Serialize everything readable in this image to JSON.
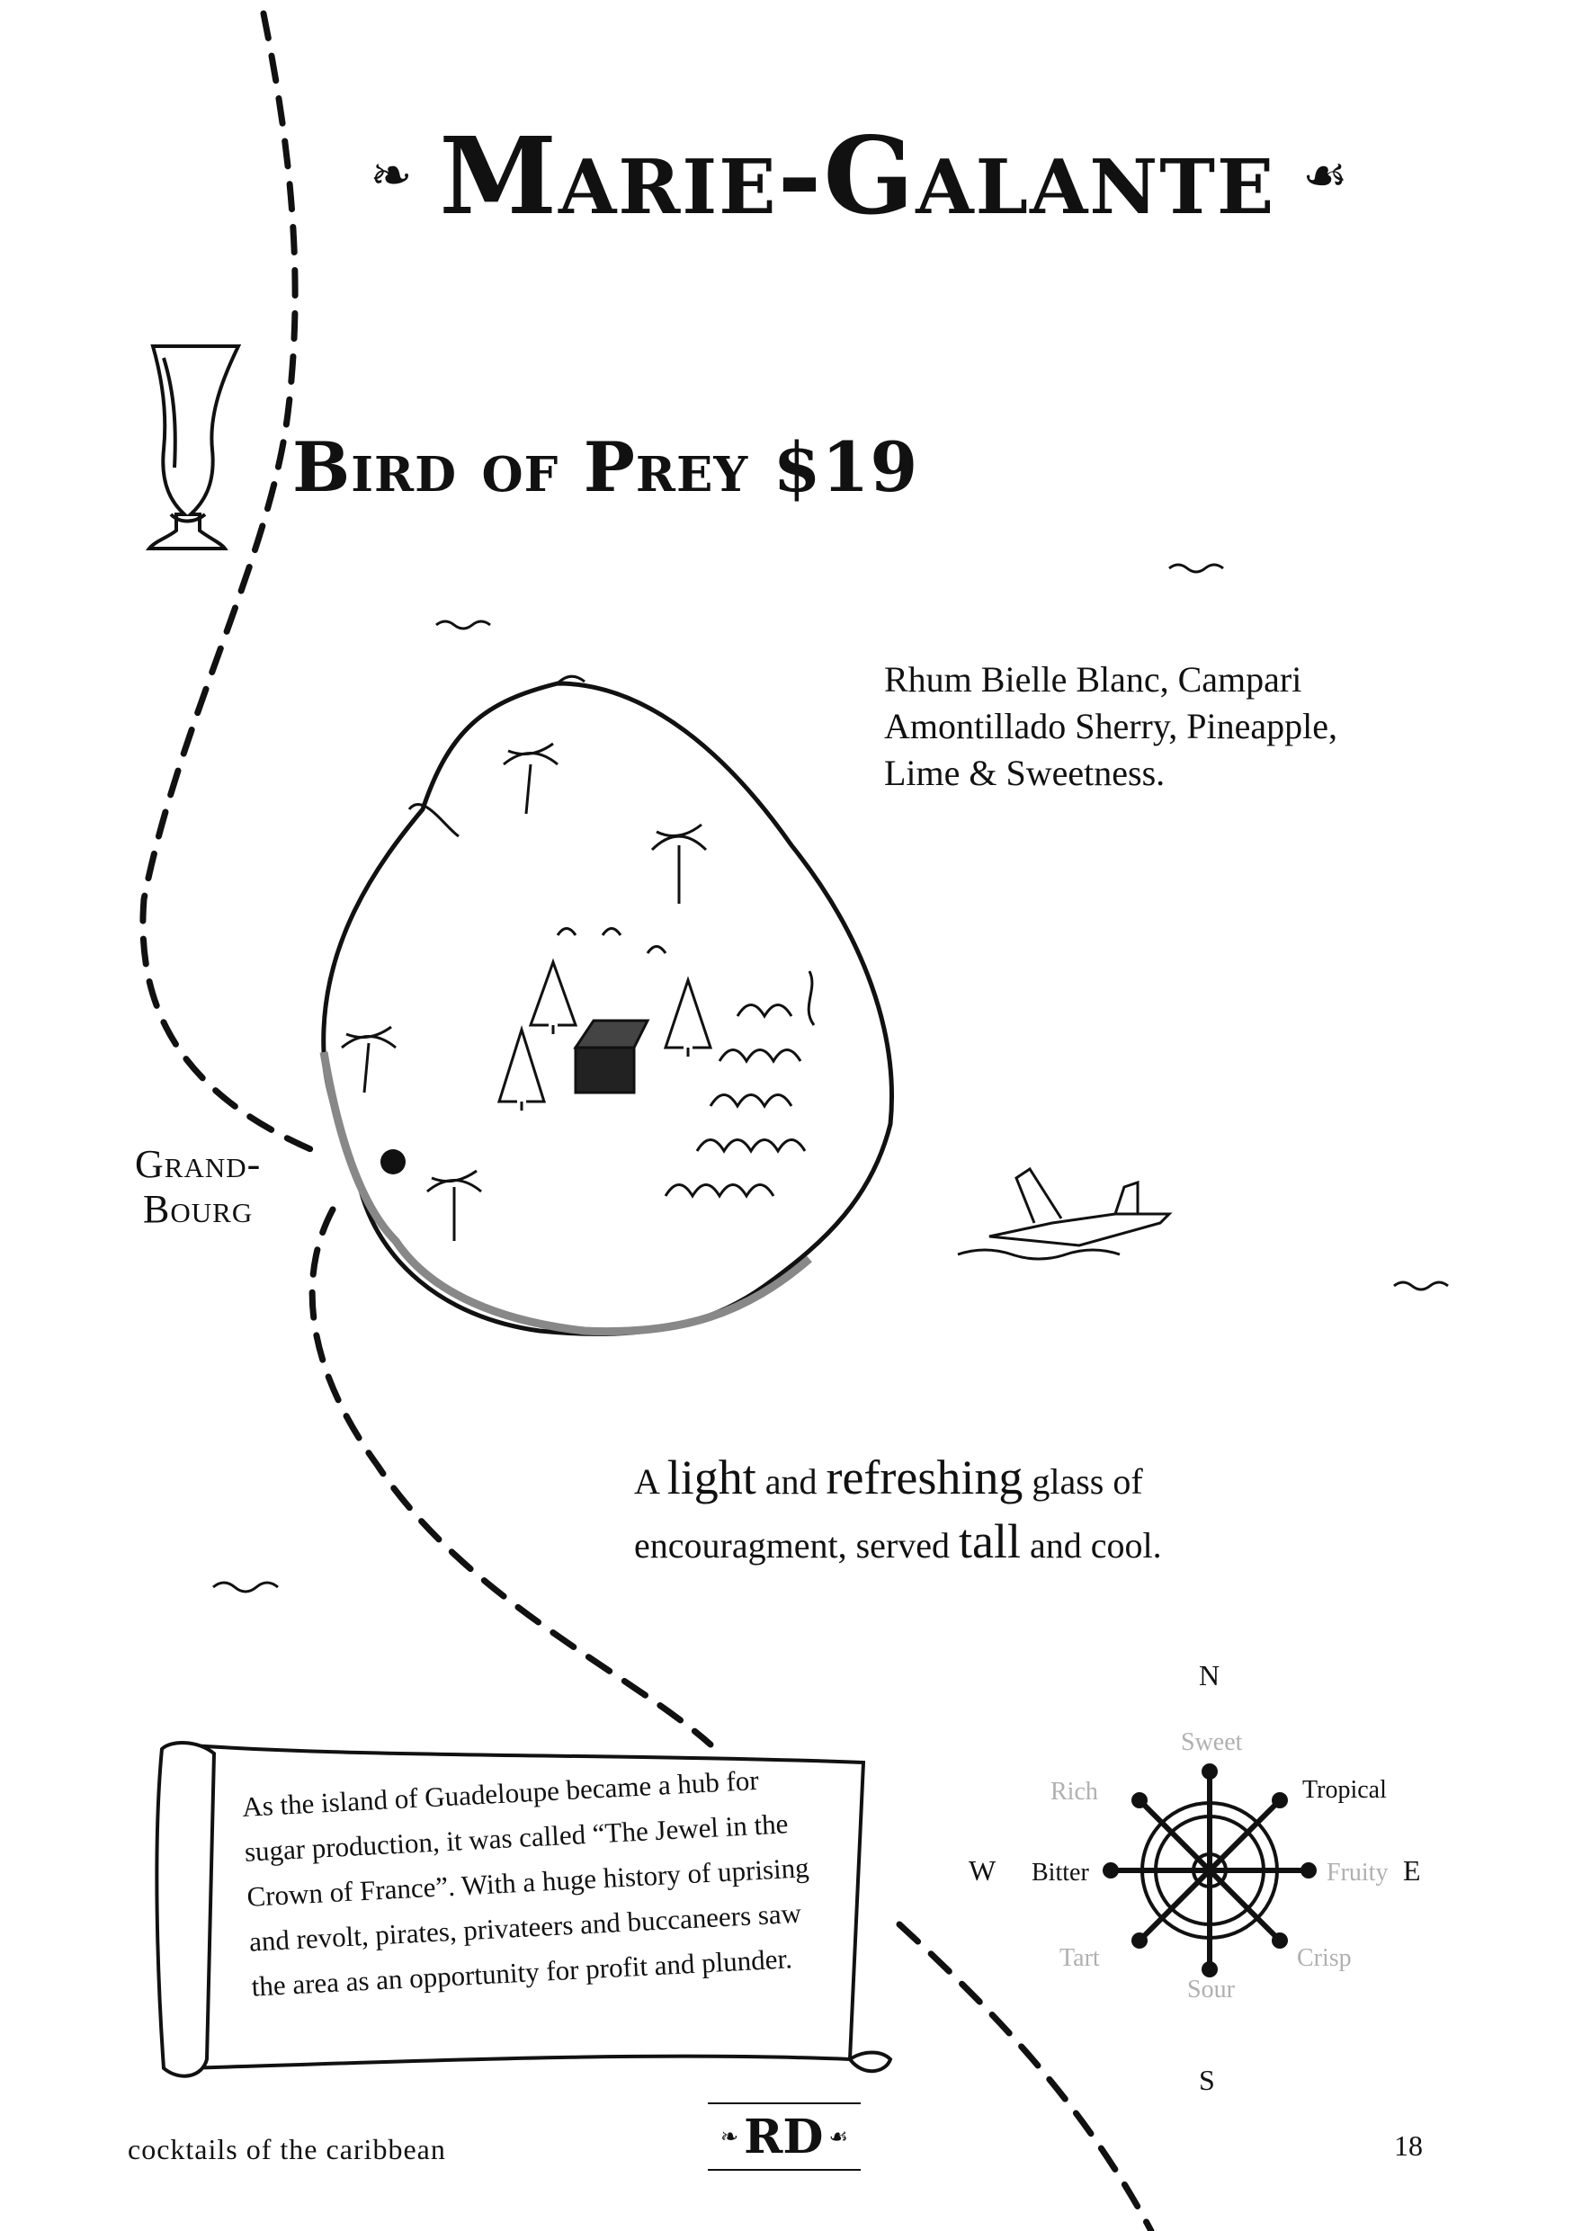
{
  "page": {
    "title": "Marie-Galante",
    "title_ornament_left": "❧",
    "title_ornament_right": "☙"
  },
  "drink": {
    "name_price": "Bird of Prey $19",
    "ingredients": [
      "Rhum Bielle Blanc, Campari",
      "Amontillado Sherry, Pineapple,",
      "Lime & Sweetness."
    ],
    "tagline": {
      "a": "A",
      "light": "light",
      "and": "and",
      "refreshing": "refreshing",
      "glass_of": "glass of",
      "line2_start": "encouragment, served",
      "tall": "tall",
      "and_cool": "and cool."
    }
  },
  "map": {
    "place_line1": "Grand-",
    "place_line2": "Bourg"
  },
  "scroll": {
    "lines": [
      "As the island of Guadeloupe became a hub for",
      "sugar production, it was called “The Jewel in the",
      "Crown of France”. With a huge history of uprising",
      "and revolt, pirates, privateers and buccaneers saw",
      "the area as an opportunity for profit and plunder."
    ]
  },
  "compass": {
    "north": "N",
    "south": "S",
    "east": "E",
    "west": "W",
    "flavors": {
      "sweet": {
        "label": "Sweet",
        "active": false
      },
      "tropical": {
        "label": "Tropical",
        "active": true
      },
      "fruity": {
        "label": "Fruity",
        "active": false
      },
      "crisp": {
        "label": "Crisp",
        "active": false
      },
      "sour": {
        "label": "Sour",
        "active": false
      },
      "tart": {
        "label": "Tart",
        "active": false
      },
      "bitter": {
        "label": "Bitter",
        "active": true
      },
      "rich": {
        "label": "Rich",
        "active": false
      }
    },
    "active_color": "#111111",
    "inactive_color": "#b0b0b0"
  },
  "footer": {
    "left": "cocktails of the caribbean",
    "logo": "RD",
    "logo_orn_left": "❧",
    "logo_orn_right": "☙",
    "page_number": "18"
  }
}
